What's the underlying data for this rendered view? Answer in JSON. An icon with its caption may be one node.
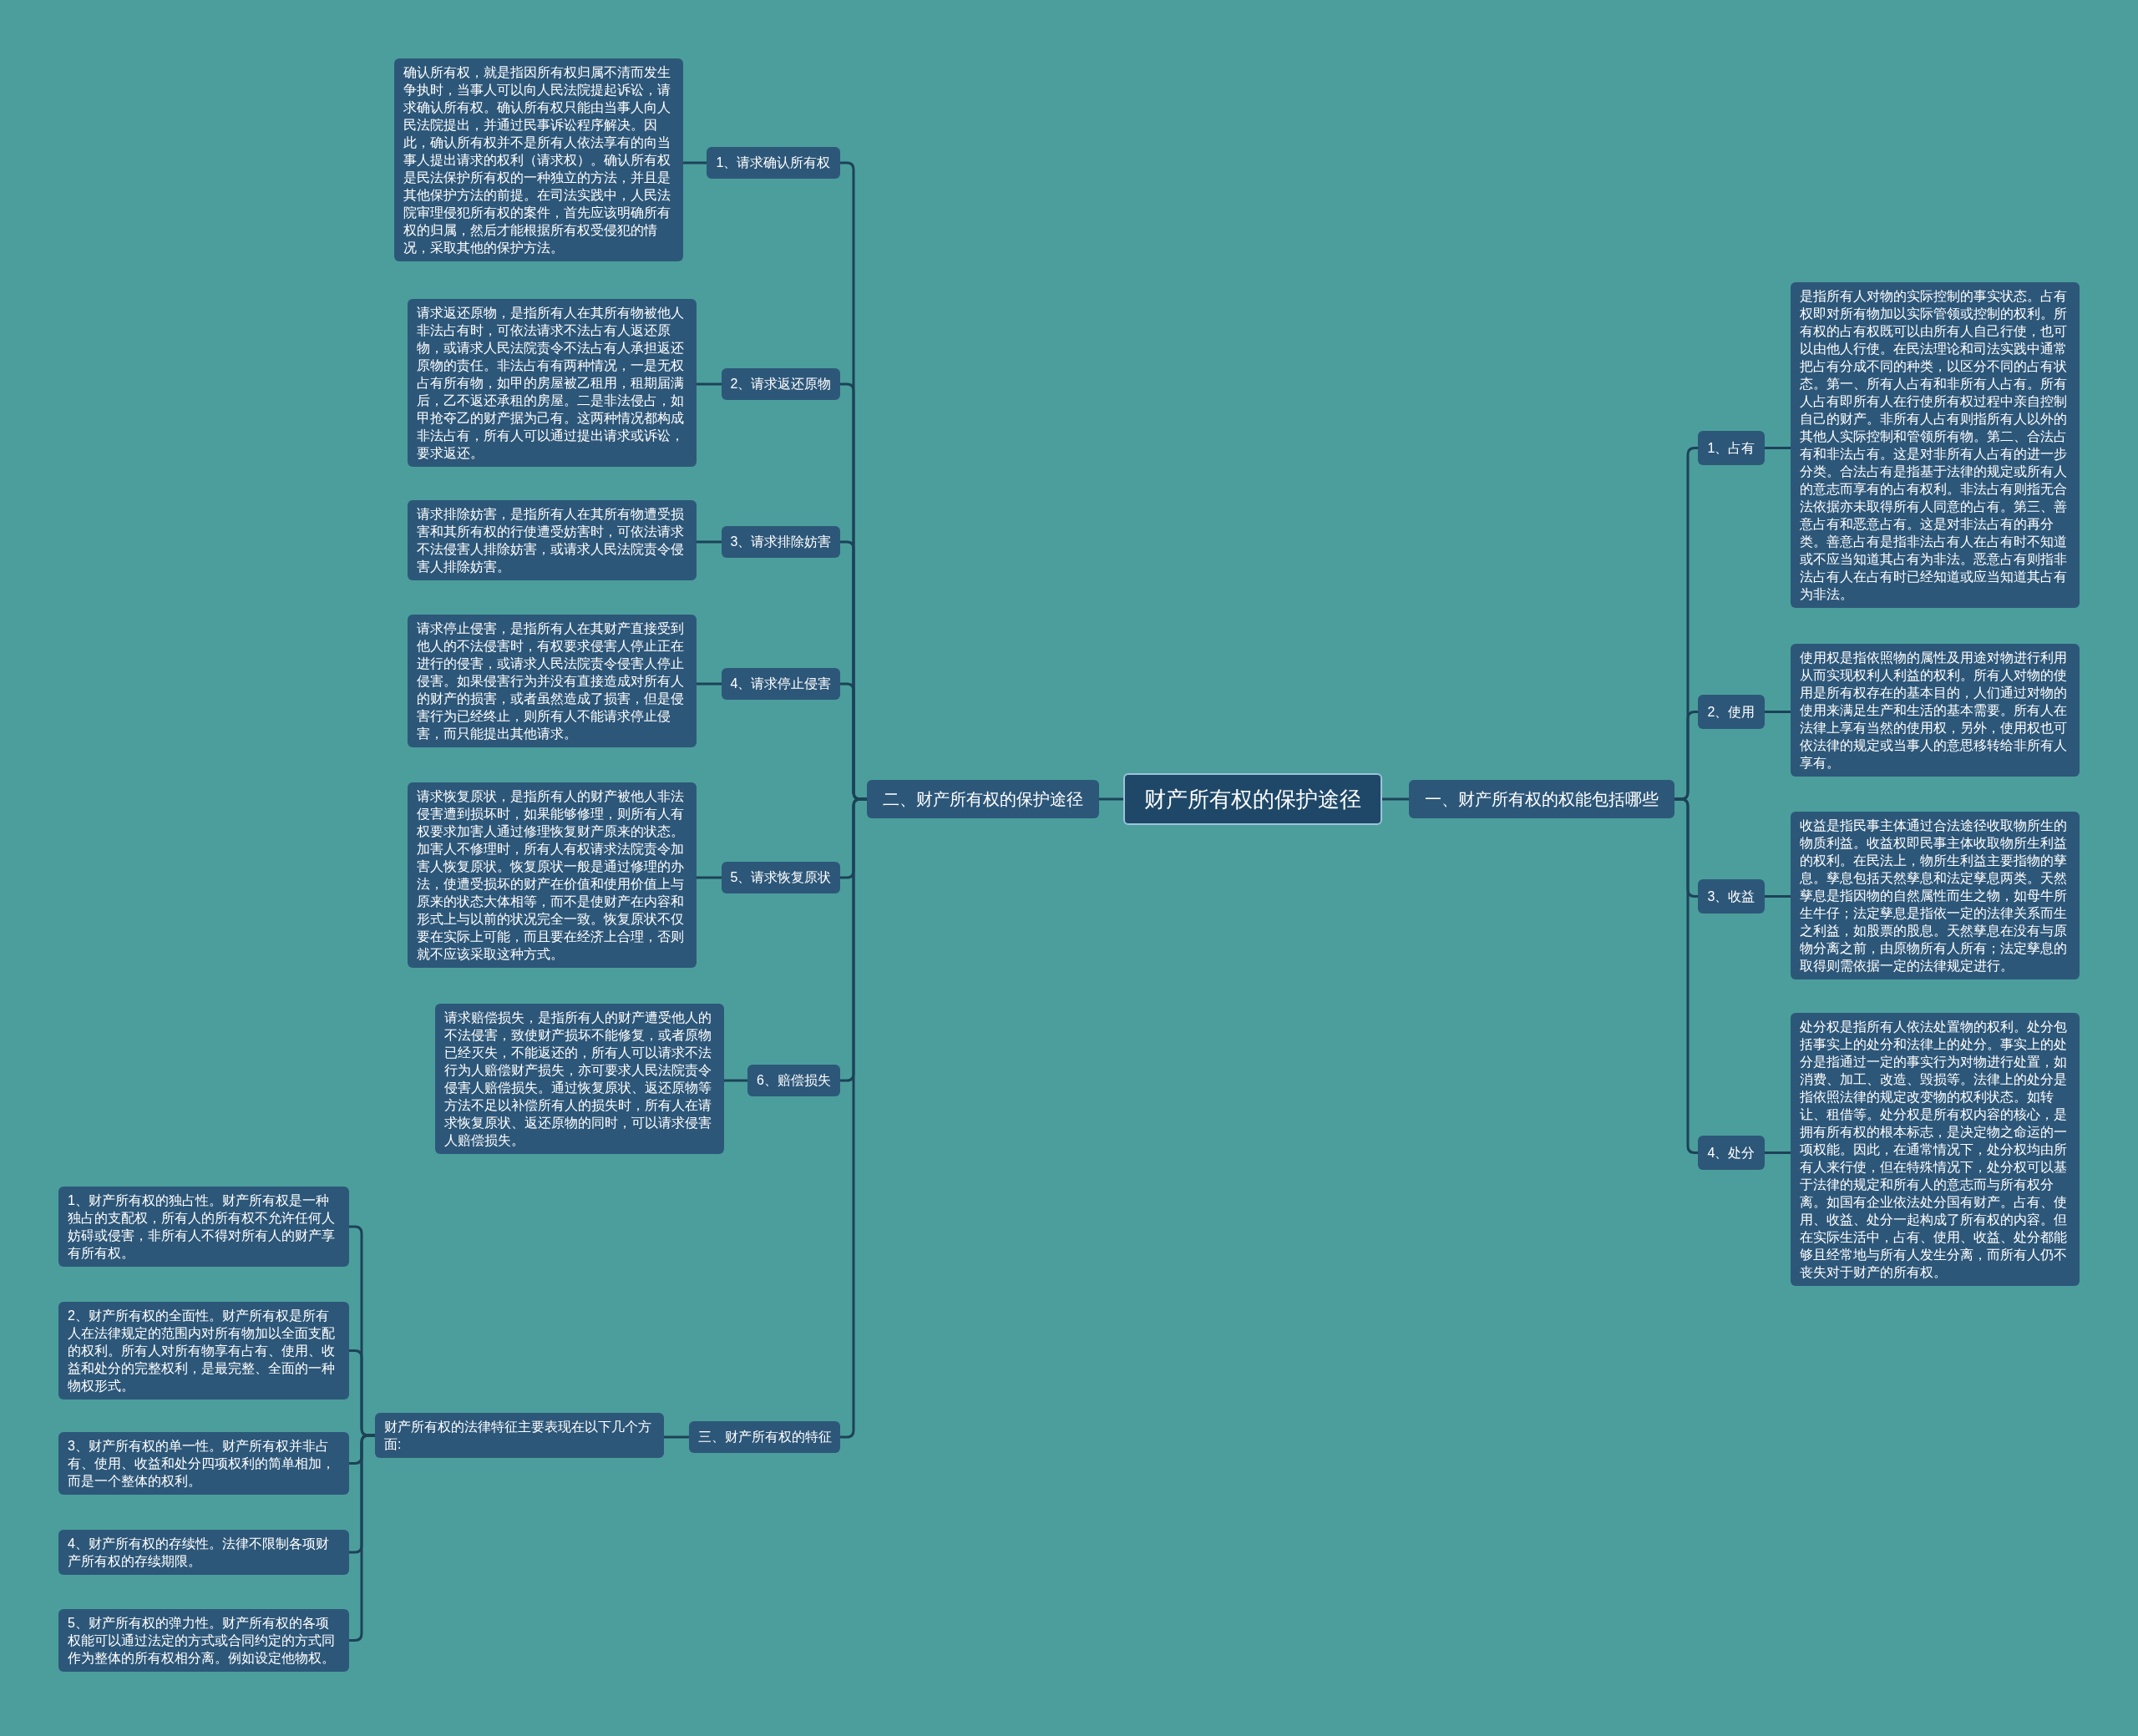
{
  "diagram": {
    "nodes": [
      {
        "text": [
          "财产所有权的保护途径"
        ]
      },
      {
        "text": [
          "一、财产所有权的权能包括哪些"
        ]
      },
      {
        "text": [
          "1、占有"
        ]
      },
      {
        "text": [
          "是指所有人对物的实际控制的事实状态。占有权即对所有物加以实际管领或控制的权利。所有权的占有权既可以由所有人自己行使，也可以由他人行使。在民法理论和司法实践中通常把占有分成不同的种类，以区分不同的占有状态。第一、所有人占有和非所有人占有。所有人占有即所有人在行使所有权过程中亲自控制自己的财产。非所有人占有则指所有人以外的其他人实际控制和管领所有物。第二、合法占有和非法占有。这是对非所有人占有的进一步分类。合法占有是指基于法律的规定或所有人的意志而享有的占有权利。非法占有则指无合法依据亦未取得所有人同意的占有。第三、善意占有和恶意占有。这是对非法占有的再分类。善意占有是指非法占有人在占有时不知道或不应当知道其占有为非法。恶意占有则指非法占有人在占有时已经知道或应当知道其占有为非法。"
        ]
      },
      {
        "text": [
          "2、使用"
        ]
      },
      {
        "text": [
          "使用权是指依照物的属性及用途对物进行利用从而实现权利人利益的权利。所有人对物的使用是所有权存在的基本目的，人们通过对物的使用来满足生产和生活的基本需要。所有人在法律上享有当然的使用权，另外，使用权也可依法律的规定或当事人的意思移转给非所有人享有。"
        ]
      },
      {
        "text": [
          "3、收益"
        ]
      },
      {
        "text": [
          "收益是指民事主体通过合法途径收取物所生的物质利益。收益权即民事主体收取物所生利益的权利。在民法上，物所生利益主要指物的孳息。孳息包括天然孳息和法定孳息两类。天然孳息是指因物的自然属性而生之物，如母牛所生牛仔；法定孳息是指依一定的法律关系而生之利益，如股票的股息。天然孳息在没有与原物分离之前，由原物所有人所有；法定孳息的取得则需依据一定的法律规定进行。"
        ]
      },
      {
        "text": [
          "4、处分"
        ]
      },
      {
        "text": [
          "处分权是指所有人依法处置物的权利。处分包括事实上的处分和法律上的处分。事实上的处分是指通过一定的事实行为对物进行处置，如消费、加工、改造、毁损等。法律上的处分是指依照法律的规定改变物的权利状态。如转让、租借等。处分权是所有权内容的核心，是拥有所有权的根本标志，是决定物之命运的一项权能。因此，在通常情况下，处分权均由所有人来行使，但在特殊情况下，处分权可以基于法律的规定和所有人的意志而与所有权分离。如国有企业依法处分国有财产。占有、使用、收益、处分一起构成了所有权的内容。但在实际生活中，占有、使用、收益、处分都能够且经常地与所有人发生分离，而所有人仍不丧失对于财产的所有权。"
        ]
      },
      {
        "text": [
          "二、财产所有权的保护途径"
        ]
      },
      {
        "text": [
          "1、请求确认所有权"
        ]
      },
      {
        "text": [
          "确认所有权，就是指因所有权归属不清而发生争执时，当事人可以向人民法院提起诉讼，请求确认所有权。确认所有权只能由当事人向人民法院提出，并通过民事诉讼程序解决。因此，确认所有权并不是所有人依法享有的向当事人提出请求的权利（请求权）。确认所有权是民法保护所有权的一种独立的方法，并且是其他保护方法的前提。在司法实践中，人民法院审理侵犯所有权的案件，首先应该明确所有权的归属，然后才能根据所有权受侵犯的情况，采取其他的保护方法。"
        ]
      },
      {
        "text": [
          "2、请求返还原物"
        ]
      },
      {
        "text": [
          "请求返还原物，是指所有人在其所有物被他人非法占有时，可依法请求不法占有人返还原物，或请求人民法院责令不法占有人承担返还原物的责任。非法占有有两种情况，一是无权占有所有物，如甲的房屋被乙租用，租期届满后，乙不返还承租的房屋。二是非法侵占，如甲抢夺乙的财产据为己有。这两种情况都构成非法占有，所有人可以通过提出请求或诉讼，要求返还。"
        ]
      },
      {
        "text": [
          "3、请求排除妨害"
        ]
      },
      {
        "text": [
          "请求排除妨害，是指所有人在其所有物遭受损害和其所有权的行使遭受妨害时，可依法请求不法侵害人排除妨害，或请求人民法院责令侵害人排除妨害。"
        ]
      },
      {
        "text": [
          "4、请求停止侵害"
        ]
      },
      {
        "text": [
          "请求停止侵害，是指所有人在其财产直接受到他人的不法侵害时，有权要求侵害人停止正在进行的侵害，或请求人民法院责令侵害人停止侵害。如果侵害行为并没有直接造成对所有人的财产的损害，或者虽然造成了损害，但是侵害行为已经终止，则所有人不能请求停止侵害，而只能提出其他请求。"
        ]
      },
      {
        "text": [
          "5、请求恢复原状"
        ]
      },
      {
        "text": [
          "请求恢复原状，是指所有人的财产被他人非法侵害遭到损坏时，如果能够修理，则所有人有权要求加害人通过修理恢复财产原来的状态。加害人不修理时，所有人有权请求法院责令加害人恢复原状。恢复原状一般是通过修理的办法，使遭受损坏的财产在价值和使用价值上与原来的状态大体相等，而不是使财产在内容和形式上与以前的状况完全一致。恢复原状不仅要在实际上可能，而且要在经济上合理，否则就不应该采取这种方式。"
        ]
      },
      {
        "text": [
          "6、赔偿损失"
        ]
      },
      {
        "text": [
          "请求赔偿损失，是指所有人的财产遭受他人的不法侵害，致使财产损坏不能修复，或者原物已经灭失，不能返还的，所有人可以请求不法行为人赔偿财产损失，亦可要求人民法院责令侵害人赔偿损失。通过恢复原状、返还原物等方法不足以补偿所有人的损失时，所有人在请求恢复原状、返还原物的同时，可以请求侵害人赔偿损失。"
        ]
      },
      {
        "text": [
          "三、财产所有权的特征"
        ]
      },
      {
        "text": [
          "财产所有权的法律特征主要表现在以下几个方面:"
        ]
      },
      {
        "text": [
          "1、财产所有权的独占性。财产所有权是一种独占的支配权，所有人的所有权不允许任何人妨碍或侵害，非所有人不得对所有人的财产享有所有权。"
        ]
      },
      {
        "text": [
          "2、财产所有权的全面性。财产所有权是所有人在法律规定的范围内对所有物加以全面支配的权利。所有人对所有物享有占有、使用、收益和处分的完整权利，是最完整、全面的一种物权形式。"
        ]
      },
      {
        "text": [
          "3、财产所有权的单一性。财产所有权并非占有、使用、收益和处分四项权利的简单相加，而是一个整体的权利。"
        ]
      },
      {
        "text": [
          "4、财产所有权的存续性。法律不限制各项财产所有权的存续期限。"
        ]
      },
      {
        "text": [
          "5、财产所有权的弹力性。财产所有权的各项权能可以通过法定的方式或合同约定的方式同作为整体的所有权相分离。例如设定他物权。"
        ]
      }
    ],
    "edges": [
      {
        "from": 0,
        "to": 1,
        "arrow": "none"
      },
      {
        "from": 0,
        "to": 10,
        "arrow": "none"
      },
      {
        "from": 1,
        "to": 2,
        "arrow": "none"
      },
      {
        "from": 1,
        "to": 4,
        "arrow": "none"
      },
      {
        "from": 1,
        "to": 6,
        "arrow": "none"
      },
      {
        "from": 1,
        "to": 8,
        "arrow": "none"
      },
      {
        "from": 2,
        "to": 3,
        "arrow": "none"
      },
      {
        "from": 4,
        "to": 5,
        "arrow": "none"
      },
      {
        "from": 6,
        "to": 7,
        "arrow": "none"
      },
      {
        "from": 8,
        "to": 9,
        "arrow": "none"
      },
      {
        "from": 10,
        "to": 11,
        "arrow": "none"
      },
      {
        "from": 10,
        "to": 13,
        "arrow": "none"
      },
      {
        "from": 10,
        "to": 15,
        "arrow": "none"
      },
      {
        "from": 10,
        "to": 17,
        "arrow": "none"
      },
      {
        "from": 10,
        "to": 19,
        "arrow": "none"
      },
      {
        "from": 10,
        "to": 21,
        "arrow": "none"
      },
      {
        "from": 10,
        "to": 23,
        "arrow": "none"
      },
      {
        "from": 11,
        "to": 12,
        "arrow": "none"
      },
      {
        "from": 13,
        "to": 14,
        "arrow": "none"
      },
      {
        "from": 15,
        "to": 16,
        "arrow": "none"
      },
      {
        "from": 17,
        "to": 18,
        "arrow": "none"
      },
      {
        "from": 19,
        "to": 20,
        "arrow": "none"
      },
      {
        "from": 21,
        "to": 22,
        "arrow": "none"
      },
      {
        "from": 23,
        "to": 24,
        "arrow": "none"
      },
      {
        "from": 24,
        "to": 25,
        "arrow": "none"
      },
      {
        "from": 24,
        "to": 26,
        "arrow": "none"
      },
      {
        "from": 24,
        "to": 27,
        "arrow": "none"
      },
      {
        "from": 24,
        "to": 28,
        "arrow": "none"
      },
      {
        "from": 24,
        "to": 29,
        "arrow": "none"
      }
    ]
  }
}
